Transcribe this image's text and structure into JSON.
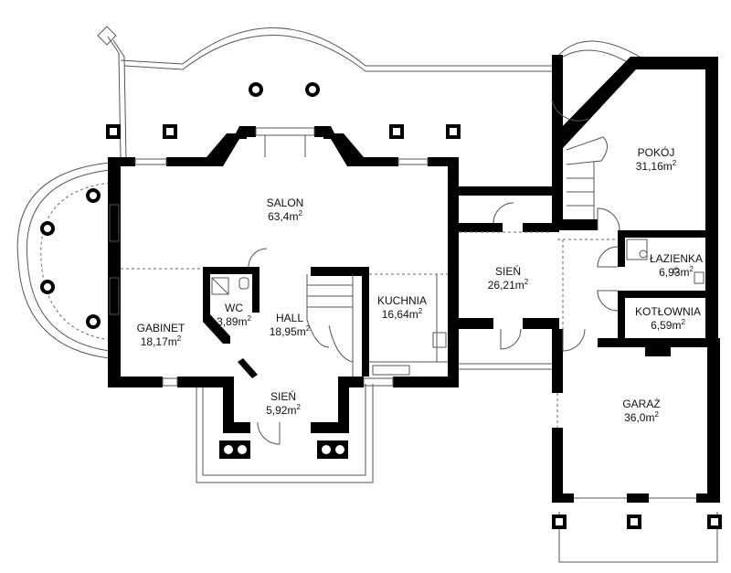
{
  "plan": {
    "rooms": [
      {
        "id": "salon",
        "name": "SALON",
        "area": "63,4",
        "unit": "m",
        "sup": "2"
      },
      {
        "id": "gabinet",
        "name": "GABINET",
        "area": "18,17",
        "unit": "m",
        "sup": "2"
      },
      {
        "id": "wc",
        "name": "WC",
        "area": "3,89",
        "unit": "m",
        "sup": "2"
      },
      {
        "id": "hall",
        "name": "HALL",
        "area": "18,95",
        "unit": "m",
        "sup": "2"
      },
      {
        "id": "kuchnia",
        "name": "KUCHNIA",
        "area": "16,64",
        "unit": "m",
        "sup": "2"
      },
      {
        "id": "sien-main",
        "name": "SIEŃ",
        "area": "26,21",
        "unit": "m",
        "sup": "2"
      },
      {
        "id": "sien-entry",
        "name": "SIEŃ",
        "area": "5,92",
        "unit": "m",
        "sup": "2"
      },
      {
        "id": "pokoj",
        "name": "POKÓJ",
        "area": "31,16",
        "unit": "m",
        "sup": "2"
      },
      {
        "id": "lazienka",
        "name": "ŁAZIENKA",
        "area": "6,93",
        "unit": "m",
        "sup": "2"
      },
      {
        "id": "kotlownia",
        "name": "KOTŁOWNIA",
        "area": "6,59",
        "unit": "m",
        "sup": "2"
      },
      {
        "id": "garaz",
        "name": "GARAŻ",
        "area": "36,0",
        "unit": "m",
        "sup": "2"
      }
    ]
  }
}
